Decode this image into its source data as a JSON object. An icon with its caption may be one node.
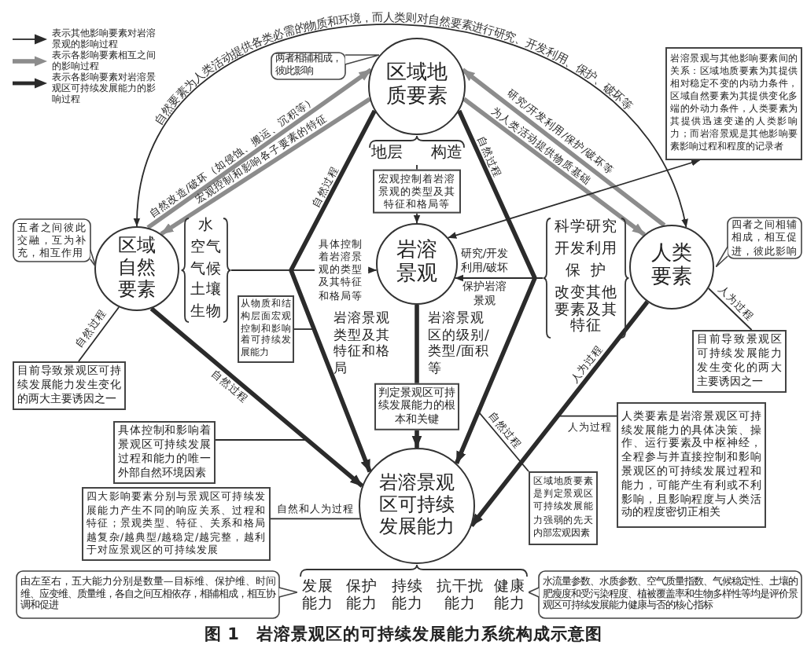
{
  "diagram": {
    "caption": "图 1　岩溶景观区的可持续发展能力系统构成示意图",
    "nodes": [
      {
        "text": [
          "区域地质要素"
        ]
      },
      {
        "text": [
          "区域自然要素"
        ]
      },
      {
        "text": [
          "岩溶景观"
        ],
        "beside": [
          "岩溶景观类型及其特征和格局",
          "岩溶景观区的级别/类型/面积等"
        ]
      },
      {
        "text": [
          "人类要素"
        ]
      },
      {
        "text": [
          "岩溶景观区可持续发展能力"
        ]
      },
      {
        "text": [
          "地层",
          "构造"
        ]
      },
      {
        "text": [
          "水",
          "空气",
          "气候",
          "土壤",
          "生物"
        ]
      },
      {
        "text": [
          "科学研究",
          "开发利用",
          "保护",
          "改变其他要素及其特征"
        ]
      },
      {
        "text": [
          "两者相辅相成，彼此影响"
        ]
      },
      {
        "text": [
          "五者之间彼此交融，互为补充，相互作用"
        ]
      },
      {
        "text": [
          "四者之间相辅相成，相互促进，彼此影响"
        ]
      },
      {
        "text": [
          "岩溶景观与其他影响要素间的关系：区域地质要素为其提供相对稳定不变的内动力条件，区域自然要素为其提供变化多端的外动力条件，人类要素为其提供迅速变递的人类影响力；而岩溶景观是其他影响要素影响过程和程度的记录者"
        ]
      },
      {
        "text": [
          "目前导致景观区可持续发展能力发生变化的两大主要诱因之一"
        ]
      },
      {
        "text": [
          "目前导致景观区可持续发展能力发生变化的两大主要诱因之一"
        ]
      },
      {
        "text": [
          "从物质和结构层面宏观控制和影响着可持续发展能力"
        ]
      },
      {
        "text": [
          "具体控制和影响着景观区可持续发展过程和能力的唯一外部自然环境因素"
        ]
      },
      {
        "text": [
          "四大影响要素分别与景观区可持续发展能力产生不同的响应关系、过程和特征；景观类型、特征、关系和格局越复杂/越典型/越稳定/越完整，越利于对应景观区的可持续发展"
        ]
      },
      {
        "text": [
          "区域地质要素是判定景观区可持续发展能力强弱的先天内部宏观因素"
        ]
      },
      {
        "text": [
          "人类要素是岩溶景观区可持续发展能力的具体决策、操作、运行要素及中枢神经，全程参与并直接控制和影响景观区的可持续发展过程和能力，可能产生有利或不利影响，且影响程度与人类活动的程度密切正相关"
        ]
      },
      {
        "text": [
          "发展能力",
          "保护能力",
          "持续能力",
          "抗干扰能力",
          "健康能力"
        ]
      },
      {
        "text": [
          "由左至右，五大能力分别是数量—目标维、保护维、时间维、应变维、质量维，各自之间互相依存，相辅相成，相互协调和促进"
        ]
      },
      {
        "text": [
          "水流量参数、水质参数、空气质量指数、气候稳定性、土壤的肥瘦度和受污染程度、植被覆盖率和生物多样性等均是评价景观区可持续发展能力健康与否的核心指标"
        ]
      }
    ],
    "edges": [
      {
        "from": 1,
        "to": 3,
        "arrow": "both",
        "label": "自然要素为人类活动提供各类必需的物质和环境，而人类则对自然要素进行研究、开发利用、保护、破坏等"
      },
      {
        "from": 1,
        "to": 0,
        "arrow": "to",
        "label": "自然改造/破坏（如侵蚀、搬运、沉积等）",
        "style": "thick",
        "color": "#8c8c8c"
      },
      {
        "from": 0,
        "to": 1,
        "arrow": "to",
        "label": "宏观控制和影响各子要素的特征",
        "style": "thick",
        "color": "#8c8c8c"
      },
      {
        "from": 3,
        "to": 0,
        "arrow": "to",
        "label": "研究/开发利用/保护/破坏等",
        "style": "thick",
        "color": "#8c8c8c"
      },
      {
        "from": 0,
        "to": 3,
        "arrow": "to",
        "label": "为人类活动提供物质基础",
        "style": "thick",
        "color": "#8c8c8c"
      },
      {
        "from": 0,
        "to": 4,
        "arrow": "to",
        "label": "自然过程",
        "style": "thick"
      },
      {
        "from": 0,
        "to": 4,
        "arrow": "to",
        "label": "自然过程",
        "style": "thick"
      },
      {
        "from": 5,
        "to": 2,
        "arrow": "to",
        "label": "宏观控制着岩溶景观的类型及其特征和格局等"
      },
      {
        "from": 6,
        "to": 2,
        "arrow": "to",
        "label": "具体控制着岩溶景观的类型及其特征和格局等"
      },
      {
        "from": 7,
        "to": 2,
        "arrow": "to",
        "label": "研究/开发利用/破坏"
      },
      {
        "from": 2,
        "to": 11,
        "arrow": "both"
      },
      {
        "from": 2,
        "to": 4,
        "arrow": "to",
        "label": "判定景观区可持续发展能力的根本和关键",
        "style": "thick"
      },
      {
        "from": 1,
        "to": 4,
        "arrow": "to",
        "label": "自然过程",
        "style": "thick"
      },
      {
        "from": 3,
        "to": 4,
        "arrow": "to",
        "label": "人为过程",
        "style": "thick"
      },
      {
        "from": 1,
        "to": 12,
        "arrow": "none",
        "label": "自然过程"
      },
      {
        "from": 3,
        "to": 13,
        "arrow": "none",
        "label": "人为过程"
      },
      {
        "from": 14,
        "to": null,
        "arrow": "none"
      },
      {
        "from": 15,
        "to": null,
        "arrow": "none"
      },
      {
        "from": 16,
        "to": 4,
        "arrow": "none",
        "label": "自然和人为过程"
      },
      {
        "from": 17,
        "to": null,
        "arrow": "none",
        "label": "自然过程"
      },
      {
        "from": 18,
        "to": null,
        "arrow": "none",
        "label": "人为过程"
      }
    ],
    "labels": [
      "保护岩溶景观"
    ],
    "legend": [
      {
        "text": "表示其他影响要素对岩溶景观的影响过程"
      },
      {
        "text": "表示各影响要素相互之间的影响过程"
      },
      {
        "text": "表示各影响要素对岩溶景观区可持续发展能力的影响过程"
      }
    ]
  }
}
